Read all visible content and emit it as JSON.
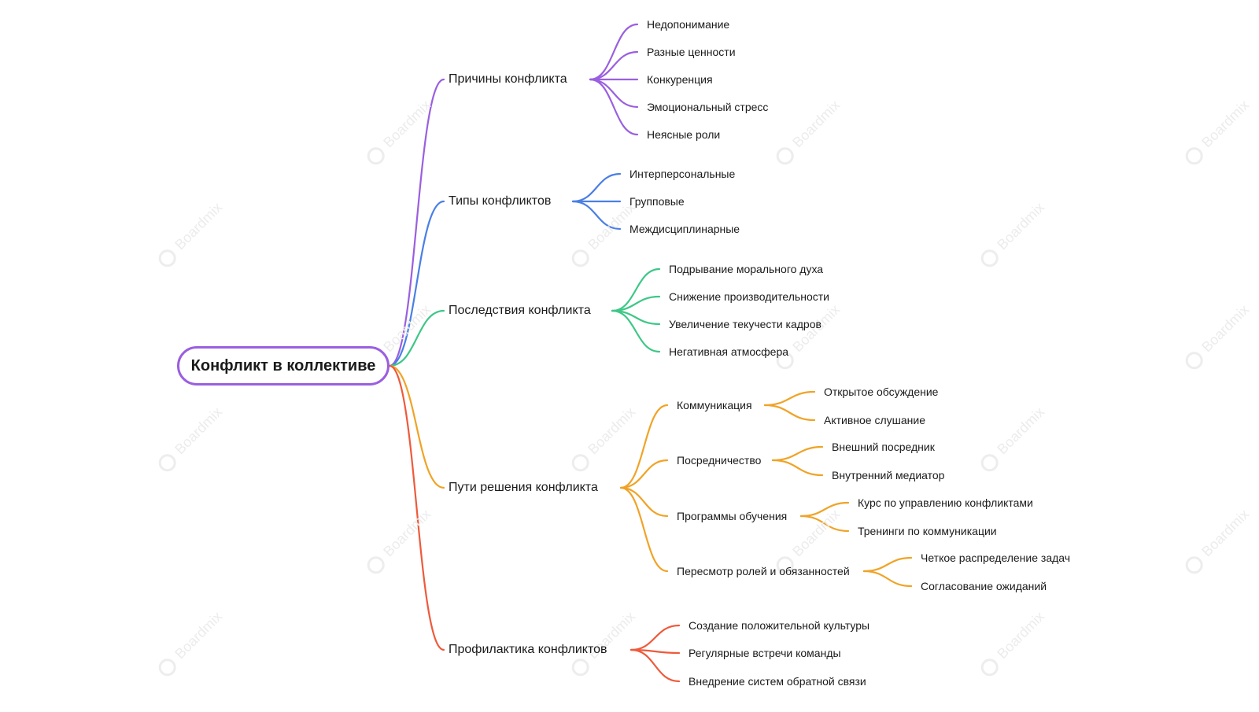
{
  "watermark": "Boardmix",
  "root": "Конфликт в коллективе",
  "colors": {
    "root_border": "#9a5fe0",
    "purple": "#9a5fe0",
    "blue": "#4a7fe5",
    "green": "#3ec787",
    "orange": "#f0a326",
    "red": "#ee5a3b"
  },
  "branches": [
    {
      "label": "Причины конфликта",
      "color": "purple",
      "children": [
        {
          "label": "Недопонимание"
        },
        {
          "label": "Разные ценности"
        },
        {
          "label": "Конкуренция"
        },
        {
          "label": "Эмоциональный стресс"
        },
        {
          "label": "Неясные роли"
        }
      ]
    },
    {
      "label": "Типы конфликтов",
      "color": "blue",
      "children": [
        {
          "label": "Интерперсональные"
        },
        {
          "label": "Групповые"
        },
        {
          "label": "Междисциплинарные"
        }
      ]
    },
    {
      "label": "Последствия конфликта",
      "color": "green",
      "children": [
        {
          "label": "Подрывание морального духа"
        },
        {
          "label": "Снижение производительности"
        },
        {
          "label": "Увеличение текучести кадров"
        },
        {
          "label": "Негативная атмосфера"
        }
      ]
    },
    {
      "label": "Пути решения конфликта",
      "color": "orange",
      "children": [
        {
          "label": "Коммуникация",
          "children": [
            {
              "label": "Открытое обсуждение"
            },
            {
              "label": "Активное слушание"
            }
          ]
        },
        {
          "label": "Посредничество",
          "children": [
            {
              "label": "Внешний посредник"
            },
            {
              "label": "Внутренний медиатор"
            }
          ]
        },
        {
          "label": "Программы обучения",
          "children": [
            {
              "label": "Курс по управлению конфликтами"
            },
            {
              "label": "Тренинги по коммуникации"
            }
          ]
        },
        {
          "label": "Пересмотр ролей и обязанностей",
          "children": [
            {
              "label": "Четкое распределение задач"
            },
            {
              "label": "Согласование ожиданий"
            }
          ]
        }
      ]
    },
    {
      "label": "Профилактика конфликтов",
      "color": "red",
      "children": [
        {
          "label": "Создание положительной культуры"
        },
        {
          "label": "Регулярные встречи команды"
        },
        {
          "label": "Внедрение систем обратной связи"
        }
      ]
    }
  ]
}
